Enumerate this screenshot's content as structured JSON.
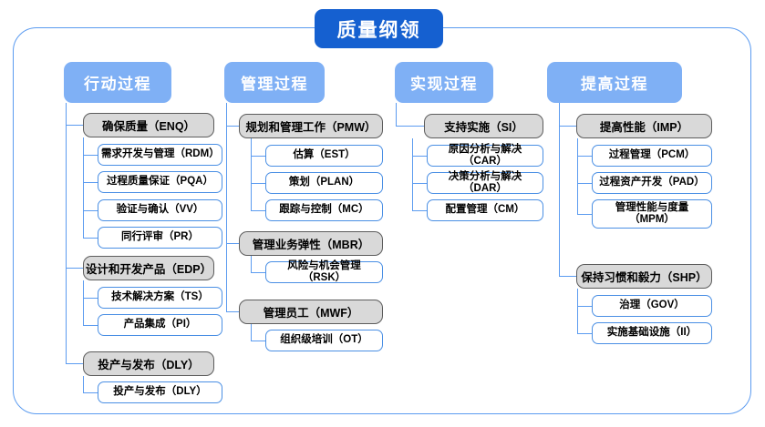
{
  "diagram": {
    "title": "质量纲领",
    "columns": [
      {
        "header": "行动过程",
        "groups": [
          {
            "label": "确保质量（ENQ）",
            "children": [
              "需求开发与管理（RDM）",
              "过程质量保证（PQA）",
              "验证与确认（VV）",
              "同行评审（PR）"
            ]
          },
          {
            "label": "设计和开发产品（EDP）",
            "children": [
              "技术解决方案（TS）",
              "产品集成（PI）"
            ]
          },
          {
            "label": "投产与发布（DLY）",
            "children": [
              "投产与发布（DLY）"
            ]
          }
        ]
      },
      {
        "header": "管理过程",
        "groups": [
          {
            "label": "规划和管理工作（PMW）",
            "children": [
              "估算（EST）",
              "策划（PLAN）",
              "跟踪与控制（MC）"
            ]
          },
          {
            "label": "管理业务弹性（MBR）",
            "children": [
              "风险与机会管理（RSK）"
            ]
          },
          {
            "label": "管理员工（MWF）",
            "children": [
              "组织级培训（OT）"
            ]
          }
        ]
      },
      {
        "header": "实现过程",
        "groups": [
          {
            "label": "支持实施（SI）",
            "children": [
              "原因分析与解决（CAR）",
              "决策分析与解决（DAR）",
              "配置管理（CM）"
            ]
          }
        ]
      },
      {
        "header": "提高过程",
        "groups": [
          {
            "label": "提高性能（IMP）",
            "children": [
              "过程管理（PCM）",
              "过程资产开发（PAD）",
              "管理性能与度量（MPM）"
            ]
          },
          {
            "label": "保持习惯和毅力（SHP）",
            "children": [
              "治理（GOV）",
              "实施基础设施（II）"
            ]
          }
        ]
      }
    ],
    "colors": {
      "title_bg": "#1560d0",
      "header_bg": "#7fb0f5",
      "group_bg": "#d9d9d9",
      "group_border": "#5c5c5c",
      "leaf_border": "#4a8fe4",
      "connector": "#5b9bf0",
      "frame_border": "#5b9bf0"
    }
  }
}
